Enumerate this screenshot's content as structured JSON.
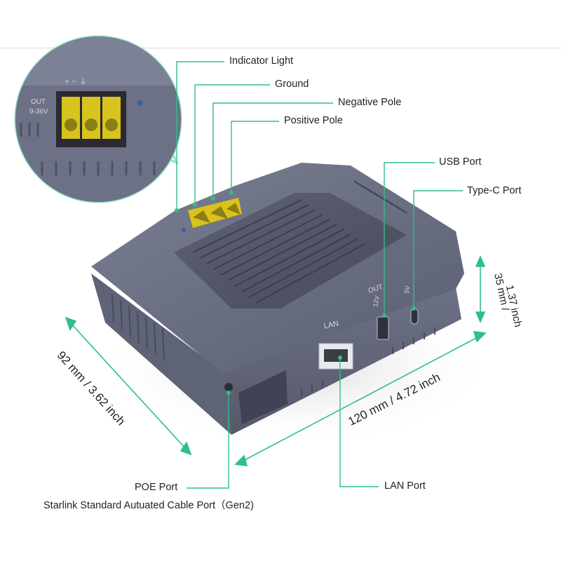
{
  "callouts": {
    "indicator_light": "Indicator Light",
    "ground": "Ground",
    "negative_pole": "Negative Pole",
    "positive_pole": "Positive Pole",
    "usb_port": "USB Port",
    "type_c_port": "Type-C Port",
    "poe_port": "POE Port",
    "starlink_cable": "Starlink Standard Autuated Cable Port（Gen2)",
    "lan_port": "LAN Port"
  },
  "device_markings": {
    "lan": "LAN",
    "out": "OUT",
    "out_voltage_a": "12V",
    "out_voltage_b": "5V",
    "input_label": "OUT",
    "input_range": "9-36V",
    "terminal_signs": "+   −   ⏚"
  },
  "dimensions": {
    "depth": "92 mm / 3.62 inch",
    "width": "120 mm / 4.72 inch",
    "height_line1": "35 mm /",
    "height_line2": "1.37 inch"
  },
  "colors": {
    "accent": "#2ebf8a",
    "device_body": "#6b6f82",
    "device_top": "#505466",
    "terminal": "#e6d21f",
    "inset_border": "#8fe3c5"
  }
}
